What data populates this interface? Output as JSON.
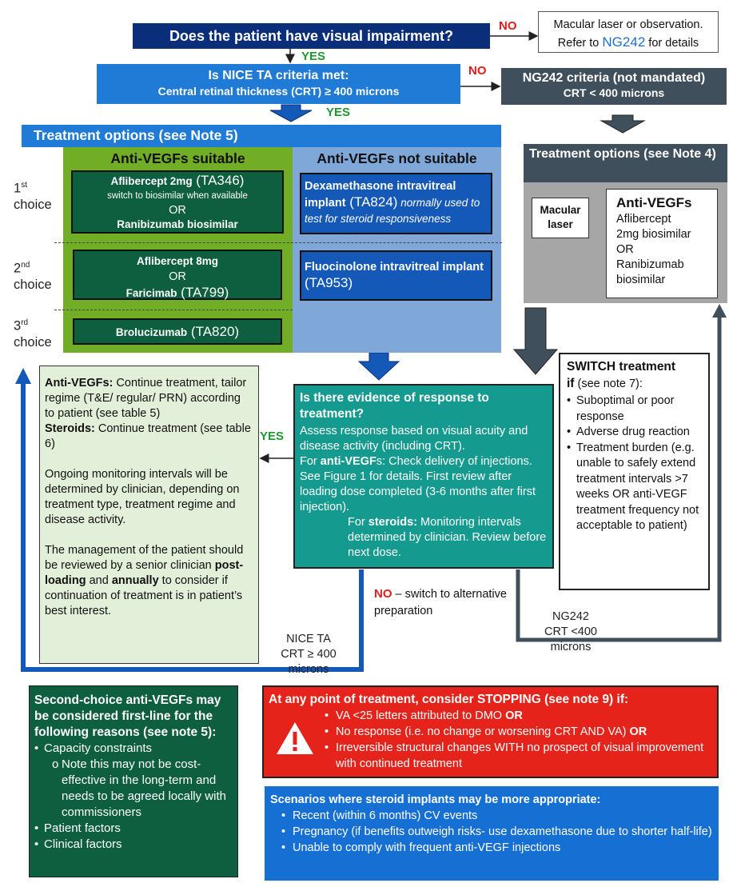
{
  "q1": {
    "text": "Does the patient have visual impairment?"
  },
  "no_label": "NO",
  "yes_label": "YES",
  "laser_box": {
    "line1": "Macular laser or observation.",
    "line2_pre": "Refer to ",
    "line2_link": "NG242",
    "line2_post": " for details"
  },
  "q2": {
    "line1": "Is NICE TA criteria met:",
    "line2": "Central retinal thickness (CRT) ≥ 400 microns"
  },
  "ng242": {
    "line1": "NG242 criteria (not mandated)",
    "line2": "CRT < 400 microns"
  },
  "options": {
    "title": "Treatment options (see Note 5)",
    "suitable_head": "Anti-VEGFs suitable",
    "not_suitable_head": "Anti-VEGFs not suitable",
    "choice1": {
      "num": "1",
      "sup": "st",
      "word": "choice"
    },
    "choice2": {
      "num": "2",
      "sup": "nd",
      "word": "choice"
    },
    "choice3": {
      "num": "3",
      "sup": "rd",
      "word": "choice"
    },
    "g1": {
      "name": "Aflibercept 2mg",
      "ta": " (TA346)",
      "note": "switch to biosimilar when available",
      "or": "OR",
      "alt": "Ranibizumab biosimilar"
    },
    "g2": {
      "name": "Aflibercept 8mg",
      "or": "OR",
      "alt": "Faricimab",
      "ta": " (TA799)"
    },
    "g3": {
      "name": "Brolucizumab",
      "ta": " (TA820)"
    },
    "b1": {
      "name": "Dexamethasone intravitreal implant",
      "ta": " (TA824)",
      "note": " normally used to test for steroid responsiveness"
    },
    "b2": {
      "name": "Fluocinolone intravitreal implant",
      "ta": " (TA953)"
    }
  },
  "options4": {
    "title": "Treatment options (see Note 4)",
    "macular": "Macular laser",
    "antivegf_head": "Anti-VEGFs",
    "antivegf_lines": [
      "Aflibercept",
      "2mg biosimilar",
      "OR",
      "Ranibizumab",
      "biosimilar"
    ]
  },
  "continue": {
    "p1_b1": "Anti-VEGFs:",
    "p1_t1": " Continue treatment, tailor regime (T&E/ regular/ PRN) according to patient (see table 5)",
    "p1_b2": "Steroids:",
    "p1_t2": " Continue treatment (see table 6)",
    "p2": "Ongoing monitoring intervals will be determined by clinician, depending on treatment type, treatment regime and disease activity.",
    "p3_t1": "The management of the patient should be reviewed by a senior clinician ",
    "p3_b1": "post-loading",
    "p3_t2": " and ",
    "p3_b2": "annually",
    "p3_t3": " to consider if continuation of treatment is in patient’s best interest."
  },
  "evidence": {
    "head": "Is there evidence of response to treatment?",
    "t1": "Assess response based on visual acuity and disease activity (including CRT).",
    "t2_pre": "For ",
    "t2_b": "anti-VEGF",
    "t2_post": "s: Check delivery of injections. See Figure 1 for details. First review after loading dose completed (3-6 months after first injection).",
    "t3_pre": "For ",
    "t3_b": "steroids:",
    "t3_post": " Monitoring intervals determined by clinician. Review before next dose."
  },
  "switch": {
    "head": "SWITCH treatment",
    "head2_b": "if",
    "head2": " (see note 7):",
    "items": [
      "Suboptimal or poor response",
      "Adverse drug reaction",
      "Treatment burden (e.g. unable to safely extend treatment intervals >7 weeks OR anti-VEGF treatment frequency not acceptable to patient)"
    ]
  },
  "no_switch": {
    "no": "NO",
    "text": " – switch to alternative preparation"
  },
  "nice_ta": {
    "lines": [
      "NICE TA",
      "CRT ≥ 400",
      "microns"
    ]
  },
  "ng242_lbl": {
    "lines": [
      "NG242",
      "CRT <400",
      "microns"
    ]
  },
  "second": {
    "head": "Second-choice anti-VEGFs may be considered first-line for the following reasons (see note 5):",
    "capacity": "Capacity constraints",
    "note": "Note this may not be cost-effective in the long-term and needs to be agreed locally with commissioners",
    "patient": "Patient factors",
    "clinical": "Clinical factors"
  },
  "stop": {
    "head": "At any point of treatment, consider STOPPING (see note 9) if:",
    "i1": "VA <25 letters attributed to DMO ",
    "i1_b": "OR",
    "i2": "No response (i.e. no change or worsening CRT AND VA) ",
    "i2_b": "OR",
    "i3": "Irreversible structural changes WITH no prospect of visual improvement with continued treatment"
  },
  "steroid": {
    "head": "Scenarios where steroid implants may be more appropriate:",
    "items": [
      "Recent (within 6 months) CV events",
      "Pregnancy (if benefits outweigh risks- use dexamethasone due to shorter half-life)",
      "Unable to comply with frequent anti-VEGF injections"
    ]
  },
  "colors": {
    "navy": "#0a2e7a",
    "blue": "#1f7bd6",
    "slate": "#3f4f5c",
    "green": "#72ad26",
    "darkgreen": "#0d5f3f",
    "lightblue": "#7fa8d9",
    "teal": "#149a8e",
    "red": "#e5231b",
    "yes": "#1c9a2e",
    "no": "#e31b1b"
  }
}
